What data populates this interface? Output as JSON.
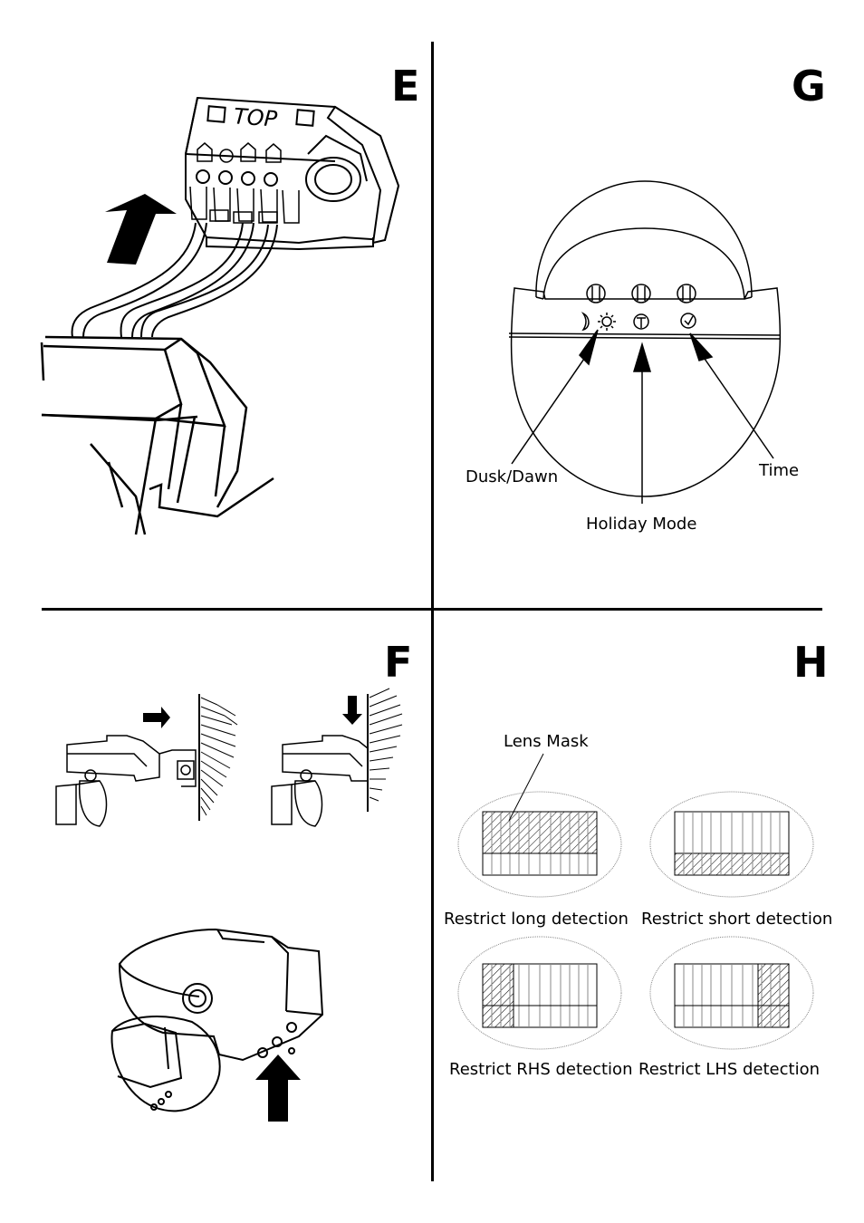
{
  "panels": {
    "e": {
      "letter": "E",
      "top_text": "TOP"
    },
    "g": {
      "letter": "G",
      "labels": {
        "dusk_dawn": "Dusk/Dawn",
        "holiday_mode": "Holiday Mode",
        "time": "Time"
      }
    },
    "f": {
      "letter": "F"
    },
    "h": {
      "letter": "H",
      "lens_mask_label": "Lens Mask",
      "captions": {
        "long": "Restrict long detection",
        "short": "Restrict short detection",
        "rhs": "Restrict RHS detection",
        "lhs": "Restrict LHS detection"
      }
    }
  }
}
